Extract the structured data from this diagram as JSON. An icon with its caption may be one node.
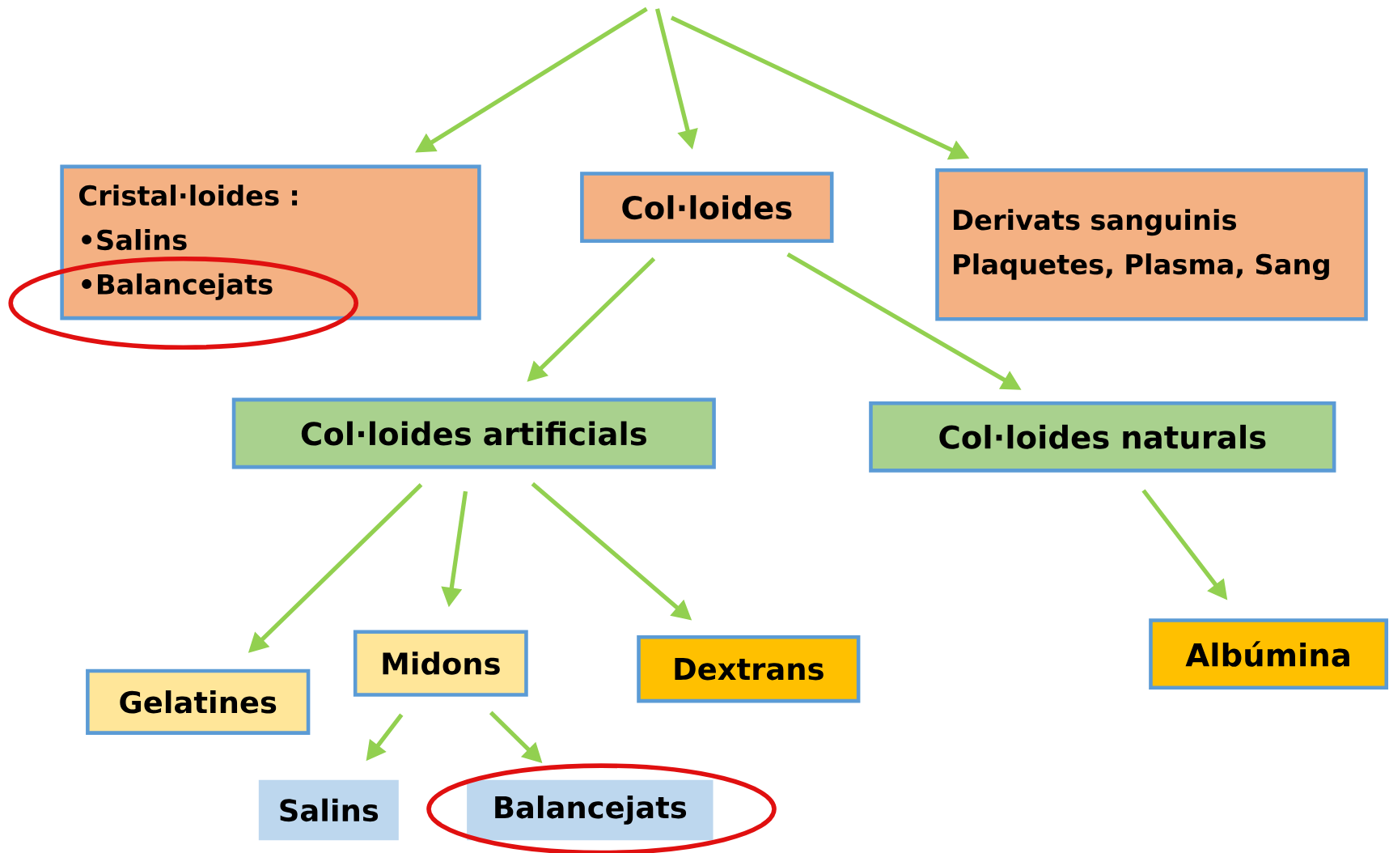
{
  "diagram": {
    "nodes": [
      {
        "text": [
          "Cristal·loides :",
          "•Salins",
          "•Balancejats"
        ]
      },
      {
        "text": [
          "Col·loides"
        ]
      },
      {
        "text": [
          "Derivats sanguinis",
          "Plaquetes, Plasma, Sang"
        ]
      },
      {
        "text": [
          "Col·loides artificials"
        ]
      },
      {
        "text": [
          "Col·loides naturals"
        ]
      },
      {
        "text": [
          "Gelatines"
        ]
      },
      {
        "text": [
          "Midons"
        ]
      },
      {
        "text": [
          "Dextrans"
        ]
      },
      {
        "text": [
          "Albúmina"
        ]
      },
      {
        "text": [
          "Salins"
        ]
      },
      {
        "text": [
          "Balancejats"
        ]
      }
    ],
    "edges": [
      {
        "from": null,
        "to": 0,
        "arrow": "to"
      },
      {
        "from": null,
        "to": 1,
        "arrow": "to"
      },
      {
        "from": null,
        "to": 2,
        "arrow": "to"
      },
      {
        "from": 1,
        "to": 3,
        "arrow": "to"
      },
      {
        "from": 1,
        "to": 4,
        "arrow": "to"
      },
      {
        "from": 3,
        "to": 5,
        "arrow": "to"
      },
      {
        "from": 3,
        "to": 6,
        "arrow": "to"
      },
      {
        "from": 3,
        "to": 7,
        "arrow": "to"
      },
      {
        "from": 4,
        "to": 8,
        "arrow": "to"
      },
      {
        "from": 6,
        "to": 9,
        "arrow": "to"
      },
      {
        "from": 6,
        "to": 10,
        "arrow": "to"
      }
    ]
  }
}
